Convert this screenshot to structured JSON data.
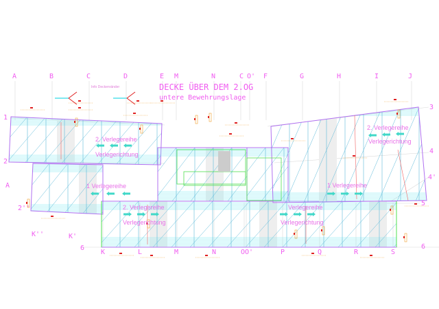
{
  "drawing": {
    "title": "DECKE ÜBER DEM 2.OG",
    "subtitle": "untere Bewehrungslage",
    "info_label": "Info Deckenränder",
    "colors": {
      "label": "#f05cf0",
      "slab": "#5ab8d8",
      "hatch": "#7ee8f0",
      "grid": "#d8d8d8",
      "edge": "#b070f0",
      "green": "#50e050",
      "dim": "#f0a030",
      "red": "#e02020",
      "arrow": "#40d8c8"
    }
  },
  "grid_top": [
    "A",
    "B",
    "C",
    "D",
    "E",
    "M",
    "N",
    "C",
    "O'",
    "F",
    "G",
    "H",
    "I",
    "J"
  ],
  "grid_bottom": [
    "K",
    "L",
    "M",
    "N",
    "OO'",
    "P",
    "Q",
    "R",
    "S"
  ],
  "grid_left": [
    "1",
    "2",
    "A",
    "2''",
    "K''",
    "K'",
    "6"
  ],
  "grid_right": [
    "3",
    "4",
    "4'",
    "5",
    "6"
  ],
  "slab_labels": [
    {
      "line1": "2. Verlegereihe",
      "line2": "Verlegerichtung"
    },
    {
      "line1": "1 Verlegereihe",
      "line2": ""
    },
    {
      "line1": "2. Verlegereihe",
      "line2": "Verlegerichtung"
    },
    {
      "line1": "2. Verlegereihe",
      "line2": "Verlegerichtung"
    },
    {
      "line1": "1  Verlegereihe",
      "line2": ""
    },
    {
      "line1": "Verlegereihe",
      "line2": "Verlegerichtung"
    }
  ]
}
